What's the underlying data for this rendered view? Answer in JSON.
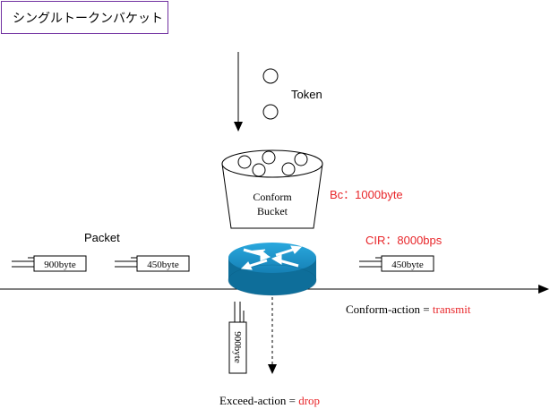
{
  "title": "シングルトークンバケット",
  "token_label": "Token",
  "bucket": {
    "line1": "Conform",
    "line2": "Bucket"
  },
  "bc_label": "Bc：1000byte",
  "cir_label": "CIR：8000bps",
  "packet_label": "Packet",
  "packets": {
    "left1": "900byte",
    "left2": "450byte",
    "right": "450byte",
    "dropped": "900byte"
  },
  "conform_action": {
    "label": "Conform-action = ",
    "value": "transmit"
  },
  "exceed_action": {
    "label": "Exceed-action = ",
    "value": "drop"
  },
  "colors": {
    "accent_red": "#e8262a",
    "title_border": "#7030a0",
    "router_blue": "#1b8fc4",
    "router_dark": "#0e6e9a"
  }
}
